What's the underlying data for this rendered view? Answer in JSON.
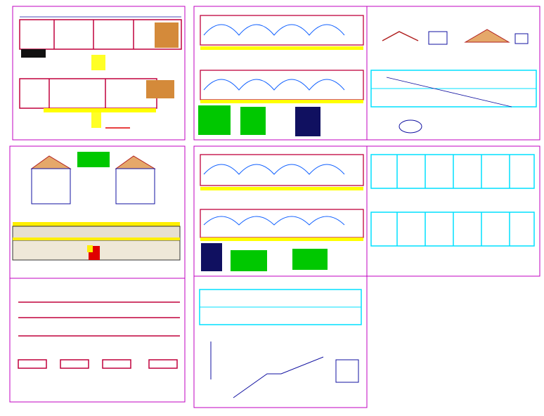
{
  "drawing": {
    "sheets": [
      {
        "id": "ground-floor-architecture"
      },
      {
        "id": "electrical-installations-1"
      },
      {
        "id": "roof-details"
      },
      {
        "id": "sections-elevation"
      },
      {
        "id": "electrical-installations-2"
      },
      {
        "id": "structural-framing"
      },
      {
        "id": "beam-details"
      },
      {
        "id": "foundation-details"
      }
    ],
    "colors": {
      "sheet_border": "#c000c0",
      "wall": "#c0003c",
      "dimension": "#1010a0",
      "dimension_tick": "#d43c00",
      "corridor": "#ffff00",
      "structure": "#00e0ff",
      "circuit": "#1060ff",
      "legend_green": "#00c800",
      "legend_navy": "#101060",
      "roof": "#b02020",
      "facade_red": "#e00000",
      "facade_band": "#ffee00"
    }
  }
}
